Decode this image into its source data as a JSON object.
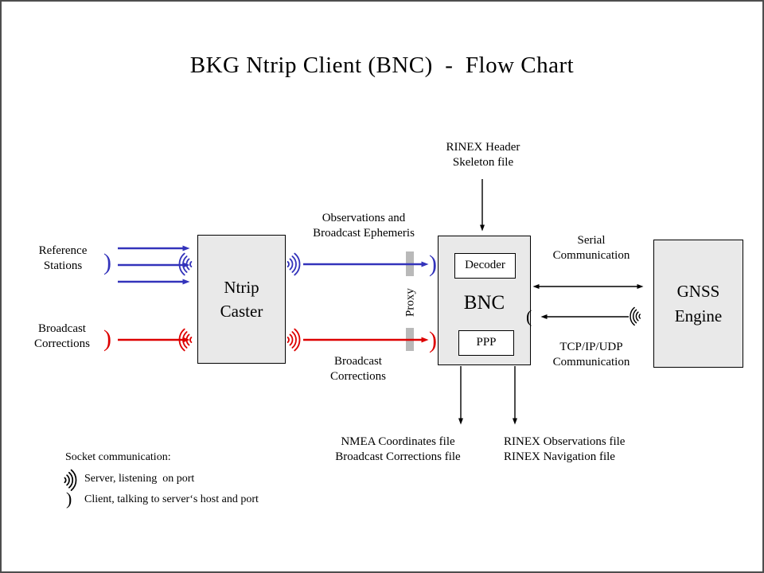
{
  "title": "BKG Ntrip Client (BNC)  -  Flow Chart",
  "boxes": {
    "ntrip_caster": "Ntrip\nCaster",
    "bnc": "BNC",
    "decoder": "Decoder",
    "ppp": "PPP",
    "gnss_engine": "GNSS\nEngine"
  },
  "labels": {
    "rinex_header_skeleton": "RINEX Header\nSkeleton file",
    "reference_stations": "Reference\nStations",
    "broadcast_corrections_input": "Broadcast\nCorrections",
    "observations_ephemeris": "Observations and\nBroadcast Ephemeris",
    "broadcast_corrections_stream": "Broadcast\nCorrections",
    "serial_communication": "Serial\nCommunication",
    "tcpip_udp_communication": "TCP/IP/UDP\nCommunication",
    "proxy": "Proxy",
    "nmea_output_files": "NMEA Coordinates file\nBroadcast Corrections file",
    "rinex_output_files": "RINEX Observations file\nRINEX Navigation file"
  },
  "legend": {
    "title": "Socket communication:",
    "server_item": "Server, listening  on port",
    "client_item": "Client, talking to server‘s host and port"
  },
  "icons": {
    "client_socket_right": ")",
    "client_socket_left": "(",
    "server_socket": "sound-wave-arcs"
  },
  "colors": {
    "data_stream_blue": "#3333bb",
    "corrections_red": "#dd0000",
    "box_fill": "#e9e9e9",
    "proxy_bar": "#b9b9b9",
    "frame": "#4d4d4d"
  }
}
